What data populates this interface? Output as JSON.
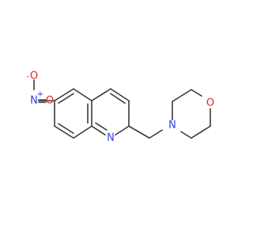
{
  "colors": {
    "background": "#ffffff",
    "bond": "#3a3a3a",
    "nitrogen": "#2f3de8",
    "oxygen": "#e8271f"
  },
  "atoms": {
    "nitro_oxygen_minus": {
      "symbol": "O",
      "charge": "-"
    },
    "nitro_nitrogen": {
      "symbol": "N",
      "charge": "+"
    },
    "nitro_oxygen_double": {
      "symbol": "O"
    },
    "quinoline_nitrogen": {
      "symbol": "N"
    },
    "morpholine_nitrogen": {
      "symbol": "N"
    },
    "morpholine_oxygen": {
      "symbol": "O"
    }
  }
}
